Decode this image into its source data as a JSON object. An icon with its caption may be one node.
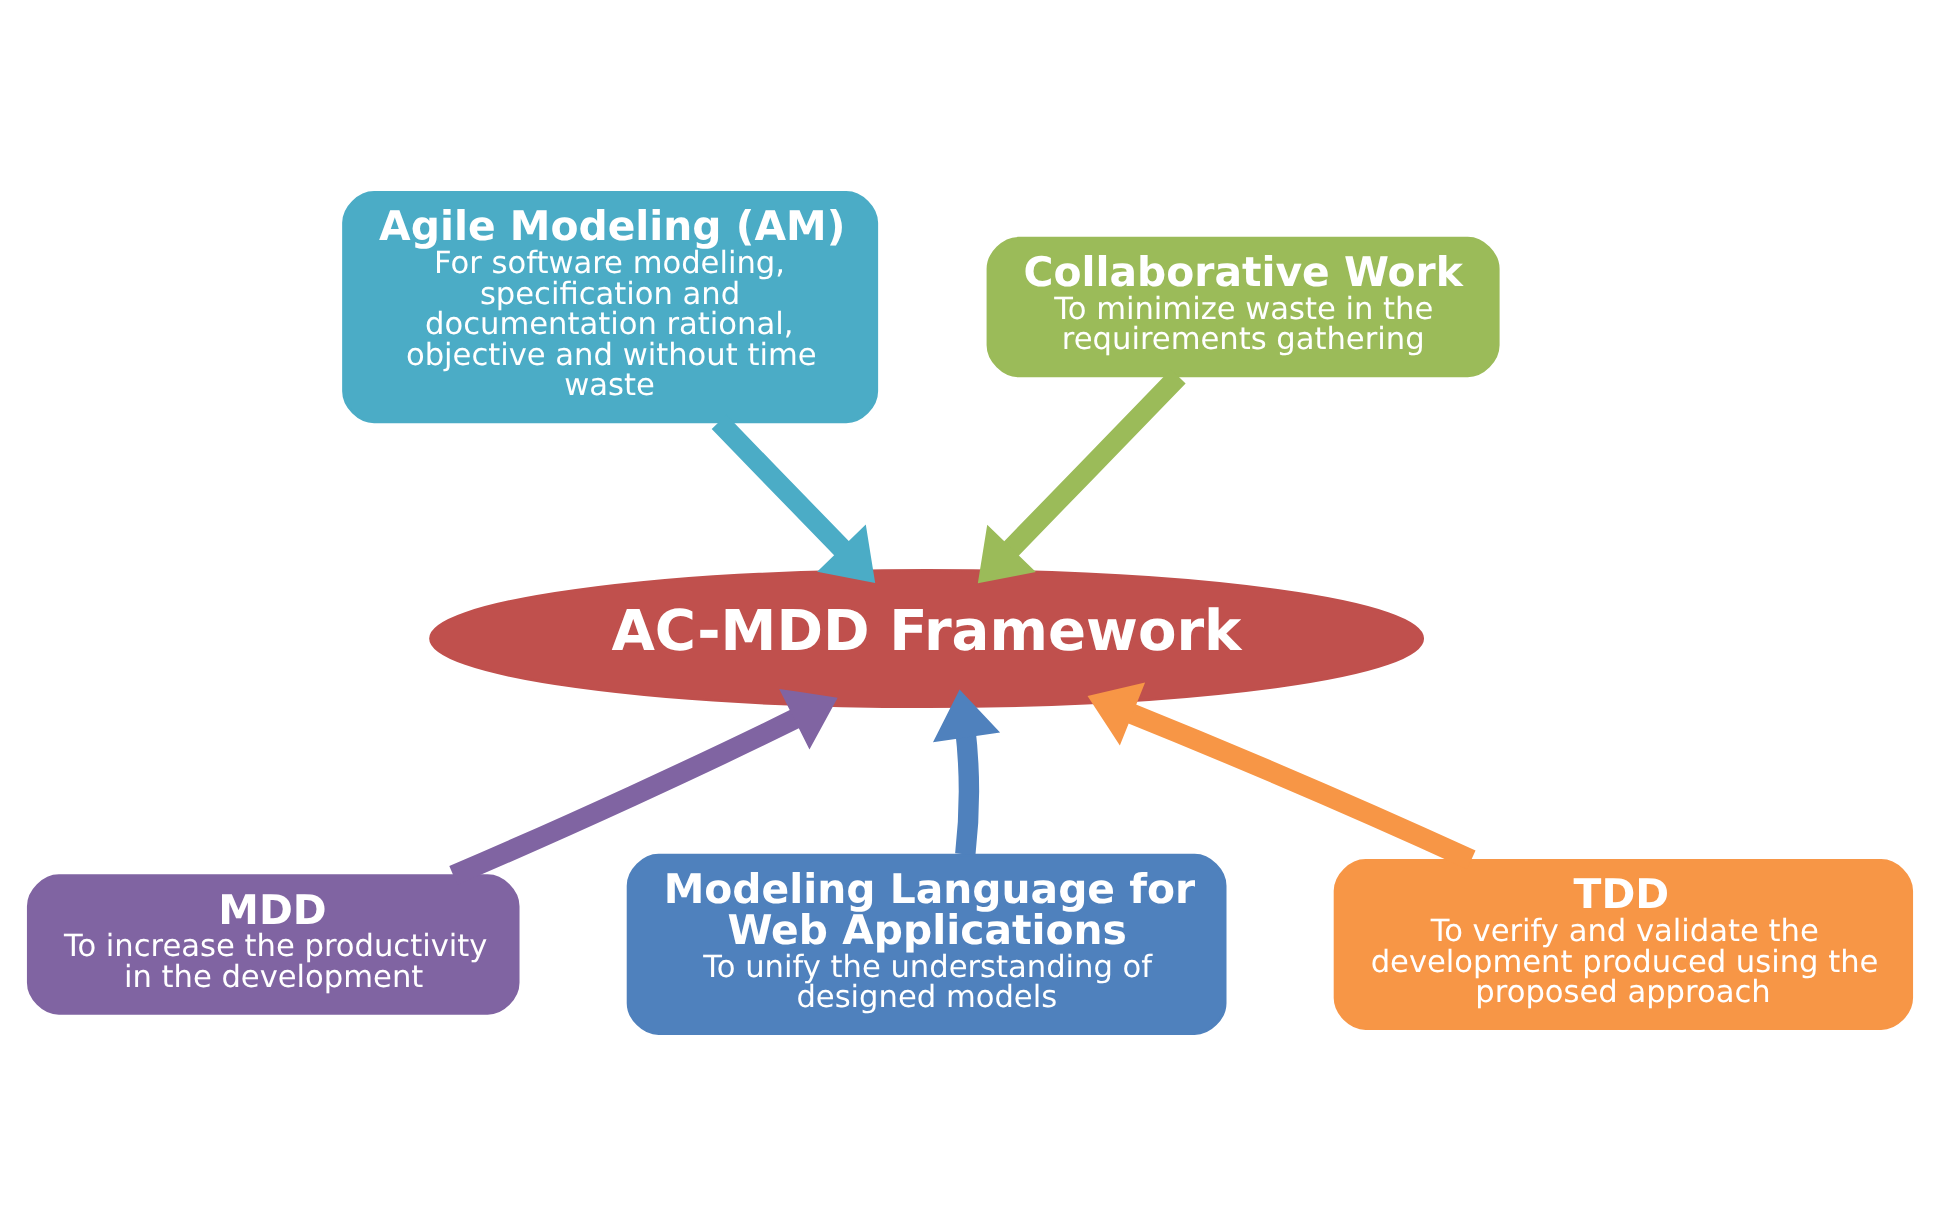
{
  "diagram": {
    "nodes": [
      {
        "text": [
          "Agile Modeling (AM)",
          "For software modeling, specification and documentation rational, objective and without time waste"
        ]
      },
      {
        "text": [
          "Collaborative Work",
          "To minimize waste in the requirements gathering"
        ]
      },
      {
        "text": [
          "AC-MDD Framework"
        ]
      },
      {
        "text": [
          "MDD",
          "To increase the productivity in the development"
        ]
      },
      {
        "text": [
          "TDD",
          "To verify and validate the development produced using the proposed approach"
        ]
      },
      {
        "text": [
          "Modeling Language for Web Applications",
          "To unify the understanding of designed models"
        ]
      }
    ],
    "edges": [
      {
        "from": 0,
        "to": 2,
        "arrow": "to",
        "color": "#4bacc6"
      },
      {
        "from": 1,
        "to": 2,
        "arrow": "to",
        "color": "#9bbb59"
      },
      {
        "from": 3,
        "to": 2,
        "arrow": "to",
        "color": "#8064a2"
      },
      {
        "from": 4,
        "to": 2,
        "arrow": "to",
        "color": "#f79646"
      },
      {
        "from": 5,
        "to": 2,
        "arrow": "to",
        "color": "#4f81bd"
      }
    ]
  }
}
